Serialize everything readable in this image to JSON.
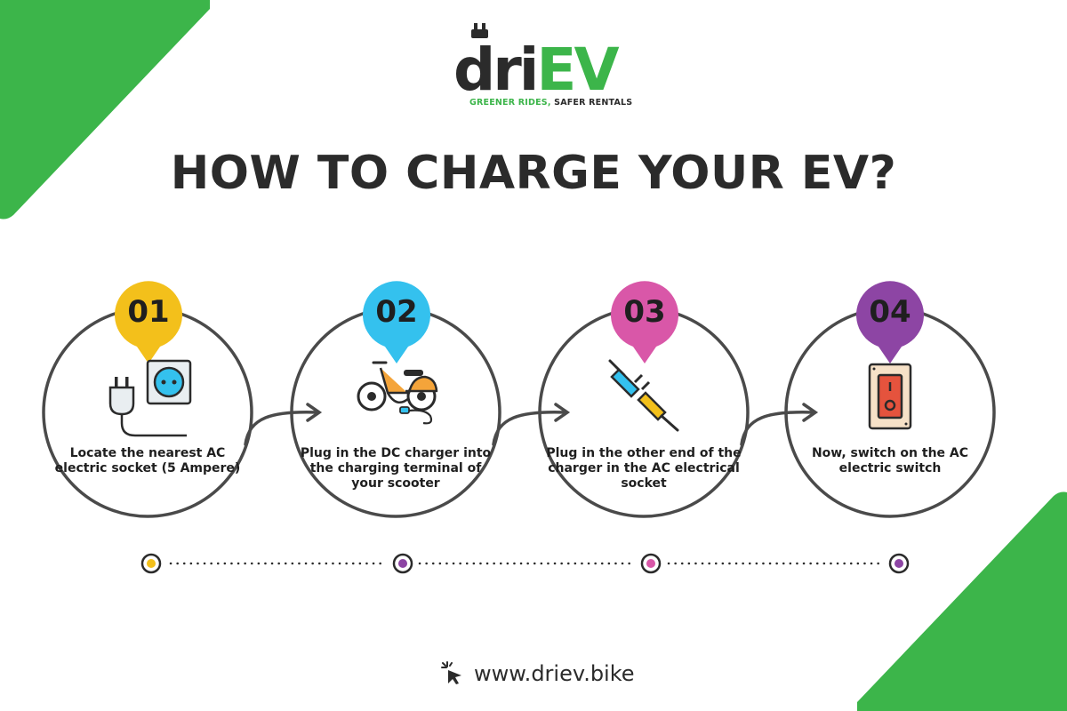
{
  "brand": {
    "logo_prefix": "dri",
    "logo_suffix": "EV",
    "tagline_part1": "GREENER RIDES,",
    "tagline_part2": " SAFER RENTALS"
  },
  "title": "HOW TO CHARGE YOUR EV?",
  "steps": [
    {
      "number": "01",
      "color": "#f3c01b",
      "text": "Locate the nearest AC electric socket (5 Ampere)",
      "icon": "plug-and-socket-icon"
    },
    {
      "number": "02",
      "color": "#34c1ee",
      "text": "Plug in the DC charger into the charging terminal of your scooter",
      "icon": "scooter-icon"
    },
    {
      "number": "03",
      "color": "#d957a8",
      "text": "Plug in the other end of the charger in the AC electrical socket",
      "icon": "plug-connector-icon"
    },
    {
      "number": "04",
      "color": "#8d45a4",
      "text": "Now, switch on the AC electric switch",
      "icon": "electric-switch-icon"
    }
  ],
  "timeline_dot_colors": [
    "#f3c01b",
    "#8d45a4",
    "#d957a8",
    "#8d45a4"
  ],
  "footer": {
    "url": "www.driev.bike",
    "icon": "cursor-click-icon"
  },
  "colors": {
    "brand_green": "#3cb54a",
    "dark": "#2b2b2b",
    "line": "#4a4a4a"
  }
}
